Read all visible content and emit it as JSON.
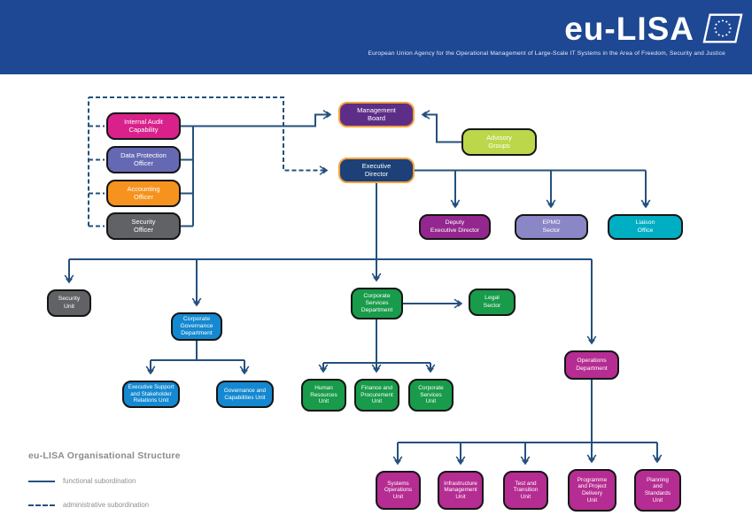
{
  "header": {
    "logo_text": "eu-LISA",
    "subtitle": "European Union Agency for the Operational Management of Large-Scale IT Systems in the Area of Freedom, Security and Justice"
  },
  "legend": {
    "title": "eu-LISA Organisational Structure",
    "items": [
      {
        "style": "solid",
        "label": "functional subordination"
      },
      {
        "style": "dashed",
        "label": "administrative subordination"
      }
    ]
  },
  "colors": {
    "header_bg": "#1E4893",
    "connector": "#24507E",
    "gold_border": "#F2A33C",
    "pink": "#D9218C",
    "purple_blue": "#6569B3",
    "orange": "#F6921E",
    "gray": "#606266",
    "purple": "#5C2E87",
    "lime": "#BCD74A",
    "navy": "#1C4077",
    "magenta_purple": "#93278F",
    "periwinkle": "#8B87C6",
    "teal": "#00AEC3",
    "blue": "#1488D0",
    "green": "#189B4A",
    "magenta": "#B52C92"
  },
  "org": {
    "nodes": [
      {
        "id": "internal-audit-capability",
        "label": "Internal Audit\nCapability",
        "color": "#D9218C"
      },
      {
        "id": "data-protection-officer",
        "label": "Data Protection\nOfficer",
        "color": "#6569B3"
      },
      {
        "id": "accounting-officer",
        "label": "Accounting\nOfficer",
        "color": "#F6921E"
      },
      {
        "id": "security-officer",
        "label": "Security\nOfficer",
        "color": "#606266"
      },
      {
        "id": "management-board",
        "label": "Management\nBoard",
        "color": "#5C2E87"
      },
      {
        "id": "advisory-groups",
        "label": "Advisory\nGroups",
        "color": "#BCD74A"
      },
      {
        "id": "executive-director",
        "label": "Executive\nDirector",
        "color": "#1C4077"
      },
      {
        "id": "deputy-executive-director",
        "label": "Deputy\nExecutive Director",
        "color": "#93278F"
      },
      {
        "id": "epmo-sector",
        "label": "EPMO\nSector",
        "color": "#8B87C6"
      },
      {
        "id": "liaison-office",
        "label": "Liaison\nOffice",
        "color": "#00AEC3"
      },
      {
        "id": "security-unit",
        "label": "Security\nUnit",
        "color": "#606266"
      },
      {
        "id": "corporate-governance-department",
        "label": "Corporate\nGovernance\nDepartment",
        "color": "#1488D0"
      },
      {
        "id": "corporate-services-department",
        "label": "Corporate\nServices\nDepartment",
        "color": "#189B4A"
      },
      {
        "id": "legal-sector",
        "label": "Legal\nSector",
        "color": "#189B4A"
      },
      {
        "id": "executive-support-unit",
        "label": "Executive Support\nand Stakeholder\nRelations Unit",
        "color": "#1488D0"
      },
      {
        "id": "governance-capabilities-unit",
        "label": "Governance and\nCapabilities Unit",
        "color": "#1488D0"
      },
      {
        "id": "human-resources-unit",
        "label": "Human\nResources\nUnit",
        "color": "#189B4A"
      },
      {
        "id": "finance-procurement-unit",
        "label": "Finance and\nProcurement\nUnit",
        "color": "#189B4A"
      },
      {
        "id": "corporate-services-unit",
        "label": "Corporate\nServices\nUnit",
        "color": "#189B4A"
      },
      {
        "id": "operations-department",
        "label": "Operations\nDepartment",
        "color": "#B52C92"
      },
      {
        "id": "systems-operations-unit",
        "label": "Systems\nOperations\nUnit",
        "color": "#B52C92"
      },
      {
        "id": "infrastructure-management-unit",
        "label": "Infrastructure\nManagement\nUnit",
        "color": "#B52C92"
      },
      {
        "id": "test-transition-unit",
        "label": "Test and\nTransition\nUnit",
        "color": "#B52C92"
      },
      {
        "id": "programme-project-delivery-unit",
        "label": "Programme\nand Project\nDelivery\nUnit",
        "color": "#B52C92"
      },
      {
        "id": "planning-standards-unit",
        "label": "Planning\nand\nStandards\nUnit",
        "color": "#B52C92"
      }
    ]
  }
}
